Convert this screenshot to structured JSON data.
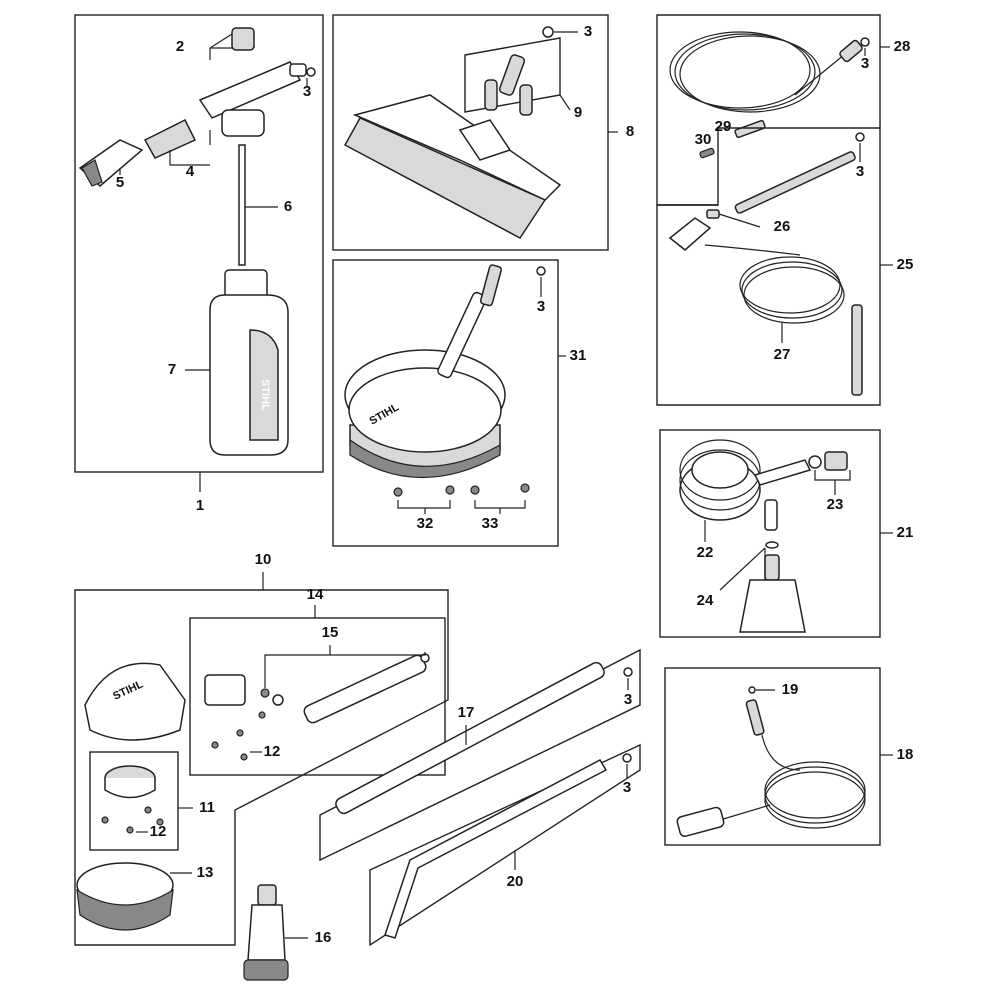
{
  "brand_lettering": "STIHL",
  "callouts": {
    "c1": "1",
    "c2": "2",
    "c3a": "3",
    "c4": "4",
    "c5": "5",
    "c6": "6",
    "c7": "7",
    "c8": "8",
    "c3b": "3",
    "c9": "9",
    "c31": "31",
    "c3c": "3",
    "c32": "32",
    "c33": "33",
    "c28": "28",
    "c3d": "3",
    "c29": "29",
    "c30": "30",
    "c25": "25",
    "c3e": "3",
    "c26": "26",
    "c27": "27",
    "c21": "21",
    "c22": "22",
    "c23": "23",
    "c24": "24",
    "c18": "18",
    "c19": "19",
    "c10": "10",
    "c14": "14",
    "c15": "15",
    "c12a": "12",
    "c11": "11",
    "c12b": "12",
    "c13": "13",
    "c16": "16",
    "c17": "17",
    "c3f": "3",
    "c3g": "3",
    "c20": "20"
  }
}
